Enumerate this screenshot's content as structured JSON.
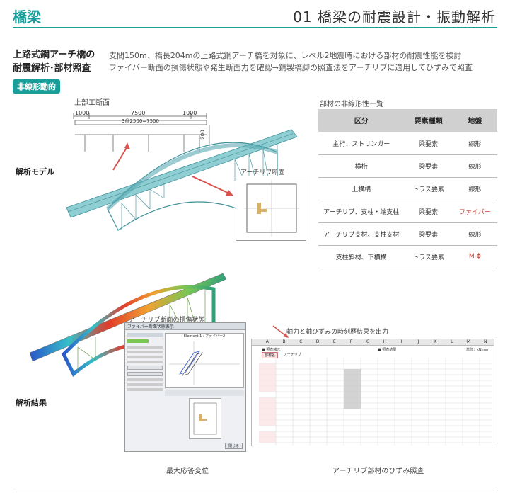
{
  "header": {
    "category": "橋梁",
    "title": "01 橋梁の耐震設計・振動解析"
  },
  "project": {
    "title_line1": "上路式鋼アーチ橋の",
    "title_line2": "耐震解析･部材照査",
    "desc_line1": "支間150m、橋長204mの上路式鋼アーチ橋を対象に、レベル2地震時における部材の耐震性能を検討",
    "desc_line2": "ファイバー断面の損傷状態や発生断面力を確認→鋼製橋脚の照査法をアーチリブに適用してひずみで照査",
    "badge": "非線形動的"
  },
  "labels": {
    "deck_section": "上部工断面",
    "analysis_model": "解析モデル",
    "arch_section": "アーチリブ断面",
    "member_table_title": "部材の非線形性一覧",
    "arch_damage": "アーチリブ断面の損傷状態",
    "output_note": "軸力と軸ひずみの時刻歴結果を出力",
    "analysis_result": "解析結果",
    "max_disp": "最大応答変位",
    "strain_check": "アーチリブ部材のひずみ照査"
  },
  "deck_dims": {
    "left": "1000",
    "center": "7500",
    "right": "1000",
    "span": "3@2500=7500",
    "height": "200"
  },
  "member_table": {
    "headers": [
      "区分",
      "要素種類",
      "地盤"
    ],
    "rows": [
      {
        "c1": "主桁、ストリンガー",
        "c2": "梁要素",
        "c3": "線形",
        "red": false
      },
      {
        "c1": "横桁",
        "c2": "梁要素",
        "c3": "線形",
        "red": false
      },
      {
        "c1": "上横構",
        "c2": "トラス要素",
        "c3": "線形",
        "red": false
      },
      {
        "c1": "アーチリブ、支柱・端支柱",
        "c2": "梁要素",
        "c3": "ファイバー",
        "red": true
      },
      {
        "c1": "アーチリブ支材、支柱支材",
        "c2": "梁要素",
        "c3": "線形",
        "red": false
      },
      {
        "c1": "支柱斜材、下横構",
        "c2": "トラス要素",
        "c3": "M-ϕ",
        "red": true
      }
    ]
  },
  "window": {
    "title": "ファイバー断面状態表示",
    "plot_title": "Element 1 : ファイバー2",
    "close": "閉じる"
  },
  "sheet": {
    "cols": [
      "A",
      "B",
      "C",
      "D",
      "E",
      "F",
      "G",
      "H",
      "I",
      "J",
      "K",
      "L",
      "M",
      "N"
    ],
    "section_title": "■ 照査諸元",
    "result_title": "■ 照査結果",
    "unit": "単位：kN,mm",
    "member_label": "部材名",
    "member_value": "アーチリブ"
  },
  "colors": {
    "accent": "#1a9e9a",
    "red": "#c0392b",
    "arrow": "#d9534f"
  }
}
